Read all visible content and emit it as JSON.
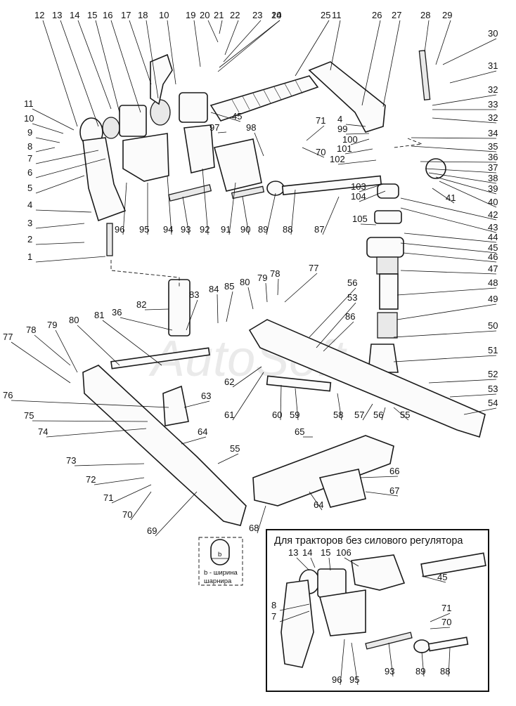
{
  "inset": {
    "title": "Для тракторов без силового регулятора",
    "labels": [
      "13",
      "14",
      "15",
      "106",
      "45",
      "8",
      "7",
      "71",
      "70",
      "96",
      "95",
      "93",
      "89",
      "88"
    ]
  },
  "detail": {
    "dim": "b",
    "caption_line1": "b - ширина",
    "caption_line2": "шарнира"
  },
  "watermark": "AutoSoft",
  "callouts": [
    "1",
    "2",
    "3",
    "4",
    "5",
    "6",
    "7",
    "8",
    "9",
    "10",
    "11",
    "12",
    "13",
    "14",
    "15",
    "16",
    "17",
    "18",
    "19",
    "20",
    "21",
    "22",
    "23",
    "24",
    "25",
    "26",
    "27",
    "28",
    "29",
    "30",
    "31",
    "32",
    "33",
    "34",
    "35",
    "36",
    "37",
    "38",
    "39",
    "40",
    "41",
    "42",
    "43",
    "44",
    "45",
    "46",
    "47",
    "48",
    "49",
    "50",
    "51",
    "52",
    "53",
    "54",
    "55",
    "56",
    "57",
    "58",
    "59",
    "60",
    "61",
    "62",
    "63",
    "64",
    "65",
    "66",
    "67",
    "68",
    "69",
    "70",
    "71",
    "72",
    "73",
    "74",
    "75",
    "76",
    "77",
    "78",
    "79",
    "80",
    "81",
    "82",
    "83",
    "84",
    "85",
    "86",
    "87",
    "88",
    "89",
    "90",
    "91",
    "92",
    "93",
    "94",
    "95",
    "96",
    "97",
    "98",
    "99",
    "100",
    "101",
    "102",
    "103",
    "104",
    "105"
  ]
}
